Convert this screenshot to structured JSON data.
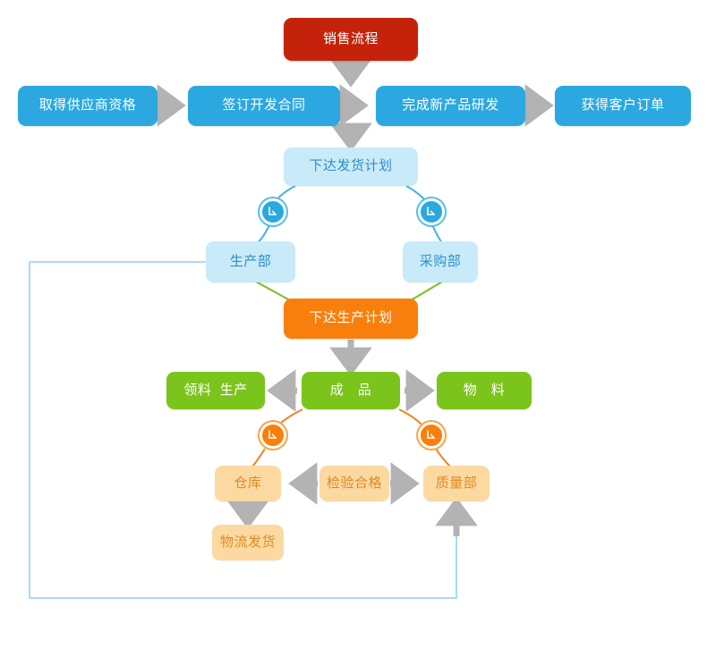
{
  "diagram": {
    "title": "销售流程",
    "colors": {
      "red": "#c4220a",
      "blue": "#2ba8e0",
      "light_blue": "#c9eaf9",
      "orange": "#f97f0c",
      "green": "#7bc41c",
      "light_orange": "#fbd9a1",
      "gray_arrow": "#b3b3b3",
      "green_connector": "#78c01e",
      "orange_connector": "#f4801f",
      "blue_connector": "#a8dcf2"
    },
    "nodes": {
      "sales_process": "销售流程",
      "supplier_qualification": "取得供应商资格",
      "development_contract": "签订开发合同",
      "new_product_rd": "完成新产品研发",
      "customer_order": "获得客户订单",
      "shipping_plan": "下达发货计划",
      "production_dept": "生产部",
      "purchasing_dept": "采购部",
      "production_plan": "下达生产计划",
      "material_production": "领料  生产",
      "finished_goods": "成　品",
      "materials": "物　料",
      "warehouse": "仓库",
      "inspection_pass": "检验合格",
      "quality_dept": "质量部",
      "logistics_shipment": "物流发货"
    },
    "badges": {
      "shipping_to_production": "arrow-down-badge-icon",
      "shipping_to_purchasing": "arrow-down-badge-icon",
      "finished_to_warehouse": "arrow-down-badge-icon",
      "finished_to_quality": "arrow-down-badge-icon"
    },
    "connectors": [
      {
        "name": "sales-to-rd",
        "type": "arrow-down"
      },
      {
        "name": "supplier-to-contract",
        "type": "arrow-right"
      },
      {
        "name": "contract-to-rd",
        "type": "arrow-right"
      },
      {
        "name": "rd-to-order",
        "type": "arrow-right"
      },
      {
        "name": "rd-to-shipping-plan",
        "type": "arrow-down"
      },
      {
        "name": "shipping-plan-to-production-dept",
        "type": "curve-blue"
      },
      {
        "name": "shipping-plan-to-purchasing-dept",
        "type": "curve-blue"
      },
      {
        "name": "production-dept-to-production-plan",
        "type": "line-green"
      },
      {
        "name": "purchasing-dept-to-production-plan",
        "type": "line-green"
      },
      {
        "name": "production-plan-to-finished",
        "type": "arrow-down"
      },
      {
        "name": "finished-to-material-production",
        "type": "arrow-left"
      },
      {
        "name": "finished-to-materials",
        "type": "arrow-right"
      },
      {
        "name": "finished-to-warehouse",
        "type": "curve-orange"
      },
      {
        "name": "finished-to-quality",
        "type": "curve-orange"
      },
      {
        "name": "inspection-to-warehouse",
        "type": "arrow-left"
      },
      {
        "name": "inspection-to-quality",
        "type": "arrow-right"
      },
      {
        "name": "warehouse-to-logistics",
        "type": "arrow-down"
      },
      {
        "name": "production-dept-loop-to-quality",
        "type": "loop-blue-arrow-up"
      }
    ]
  }
}
